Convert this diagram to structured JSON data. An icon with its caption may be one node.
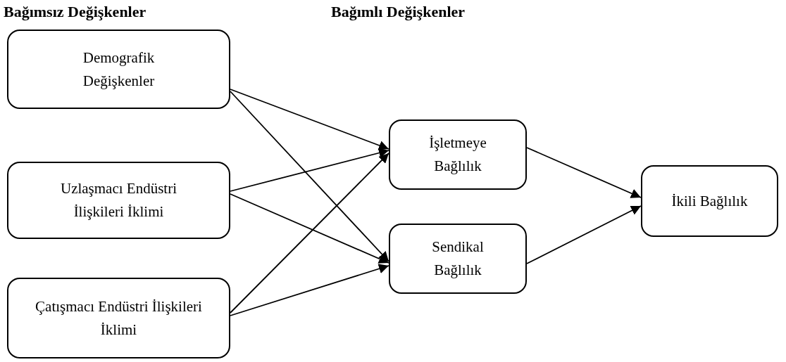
{
  "diagram": {
    "nodes": [
      {
        "text": [
          "Demografik Değişkenler"
        ]
      },
      {
        "text": [
          "Uzlaşmacı Endüstri İlişkileri İklimi"
        ]
      },
      {
        "text": [
          "Çatışmacı Endüstri İlişkileri İklimi"
        ]
      },
      {
        "text": [
          "İşletmeye Bağlılık"
        ]
      },
      {
        "text": [
          "Sendikal Bağlılık"
        ]
      },
      {
        "text": [
          "İkili Bağlılık"
        ]
      }
    ],
    "edges": [
      {
        "from": 0,
        "to": 3,
        "arrow": "to"
      },
      {
        "from": 0,
        "to": 4,
        "arrow": "to"
      },
      {
        "from": 1,
        "to": 3,
        "arrow": "to"
      },
      {
        "from": 1,
        "to": 4,
        "arrow": "to"
      },
      {
        "from": 2,
        "to": 3,
        "arrow": "to"
      },
      {
        "from": 2,
        "to": 4,
        "arrow": "to"
      },
      {
        "from": 3,
        "to": 5,
        "arrow": "to"
      },
      {
        "from": 4,
        "to": 5,
        "arrow": "to"
      }
    ],
    "labels": [
      "Bağımsız Değişkenler",
      "Bağımlı Değişkenler"
    ]
  }
}
